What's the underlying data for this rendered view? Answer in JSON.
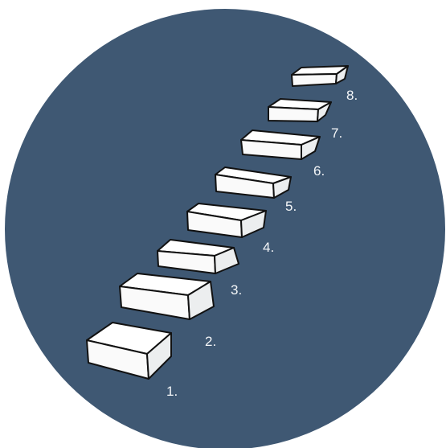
{
  "colors": {
    "background_circle": "#3f5873",
    "step_fill": "#ffffff",
    "step_outline": "#111111",
    "label_text": "#f4f6f8",
    "page_background": "#ffffff"
  },
  "steps": [
    {
      "label": "1."
    },
    {
      "label": "2."
    },
    {
      "label": "3."
    },
    {
      "label": "4."
    },
    {
      "label": "5."
    },
    {
      "label": "6."
    },
    {
      "label": "7."
    },
    {
      "label": "8."
    }
  ]
}
